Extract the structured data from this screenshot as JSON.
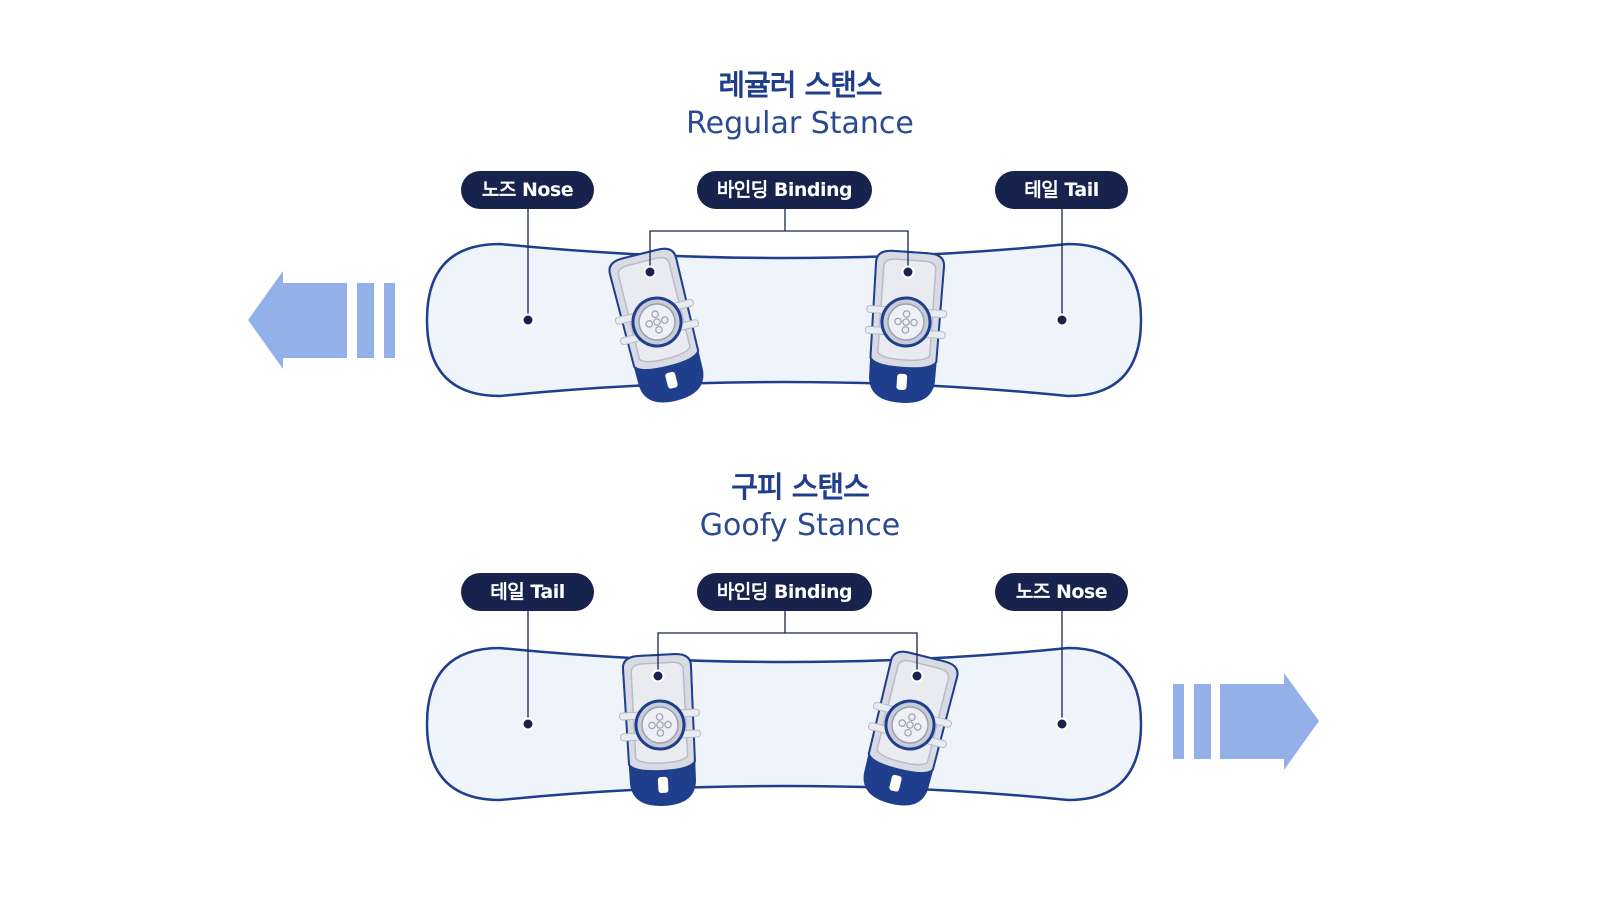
{
  "regular": {
    "title_ko": "레귤러 스탠스",
    "title_en": "Regular Stance",
    "labels": {
      "left": "노즈 Nose",
      "center": "바인딩 Binding",
      "right": "테일 Tail"
    },
    "direction": "left"
  },
  "goofy": {
    "title_ko": "구피 스탠스",
    "title_en": "Goofy Stance",
    "labels": {
      "left": "테일 Tail",
      "center": "바인딩 Binding",
      "right": "노즈 Nose"
    },
    "direction": "right"
  },
  "colors": {
    "board_fill": "#eff4fb",
    "board_stroke": "#1f3f8c",
    "label_pill": "#17234d",
    "arrow": "#93b0e8",
    "binding_heel": "#1f3f8c",
    "title": "#1f3f8c"
  }
}
